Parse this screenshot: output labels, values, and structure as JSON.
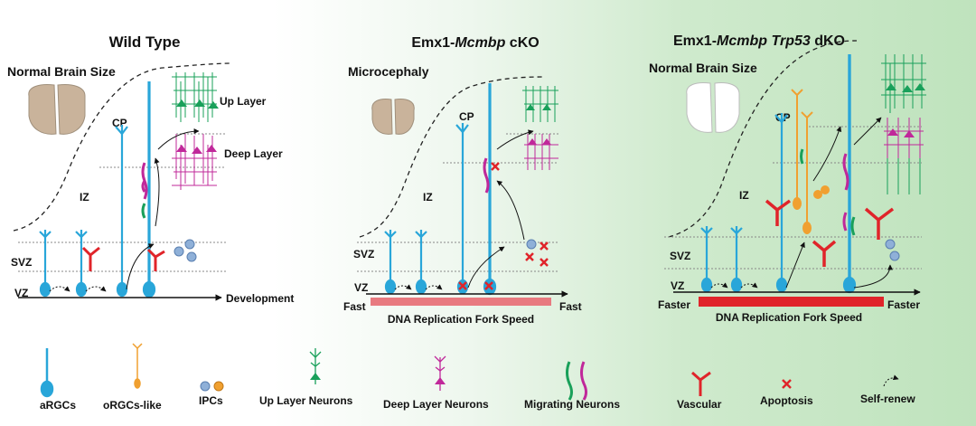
{
  "panels": [
    {
      "title": "Wild Type",
      "subtitle": "Normal Brain Size",
      "zones": {
        "cp": "CP",
        "iz": "IZ",
        "svz": "SVZ",
        "vz": "VZ"
      },
      "layers": {
        "up": "Up Layer",
        "deep": "Deep Layer"
      },
      "axis_label": "Development"
    },
    {
      "title_prefix": "Emx1-",
      "title_gene": "Mcmbp",
      "title_suffix": " cKO",
      "subtitle": "Microcephaly",
      "zones": {
        "cp": "CP",
        "iz": "IZ",
        "svz": "SVZ",
        "vz": "VZ"
      },
      "speed_left": "Fast",
      "speed_right": "Fast",
      "speed_label": "DNA Replication Fork Speed"
    },
    {
      "title_prefix": "Emx1-",
      "title_gene": "Mcmbp Trp53",
      "title_suffix": " dKO",
      "subtitle": "Normal Brain Size",
      "zones": {
        "cp": "CP",
        "iz": "IZ",
        "svz": "SVZ",
        "vz": "VZ"
      },
      "speed_left": "Faster",
      "speed_right": "Faster",
      "speed_label": "DNA Replication Fork Speed"
    }
  ],
  "legend": {
    "argcs": "aRGCs",
    "orgcs": "oRGCs-like",
    "ipcs": "IPCs",
    "up_neurons": "Up Layer Neurons",
    "deep_neurons": "Deep Layer Neurons",
    "migrating": "Migrating  Neurons",
    "vascular": "Vascular",
    "apoptosis": "Apoptosis",
    "self_renew": "Self-renew"
  },
  "colors": {
    "rgc": "#29a6d9",
    "orgc": "#f0a030",
    "ipc": "#8fb0d8",
    "up_neuron": "#19a05a",
    "deep_neuron": "#c0289a",
    "vascular": "#e0242a",
    "apoptosis": "#e0242a",
    "fork_bar": "#e0242a",
    "brain": "#c9b39b"
  }
}
